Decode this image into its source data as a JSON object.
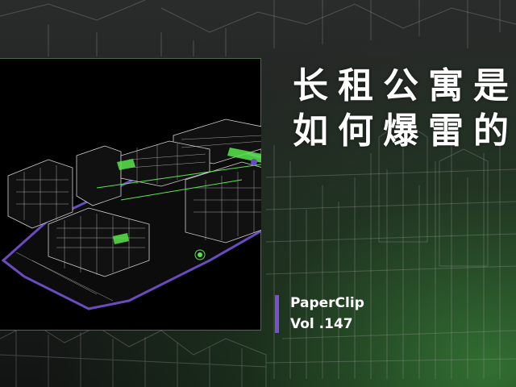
{
  "title": {
    "line1": "长租公寓是",
    "line2": "如何爆雷的"
  },
  "brand": {
    "name": "PaperClip",
    "volume": "Vol .147"
  },
  "colors": {
    "accent_purple": "#7a4fd0",
    "accent_green": "#58e84a",
    "frame_border": "#4a6a45"
  }
}
